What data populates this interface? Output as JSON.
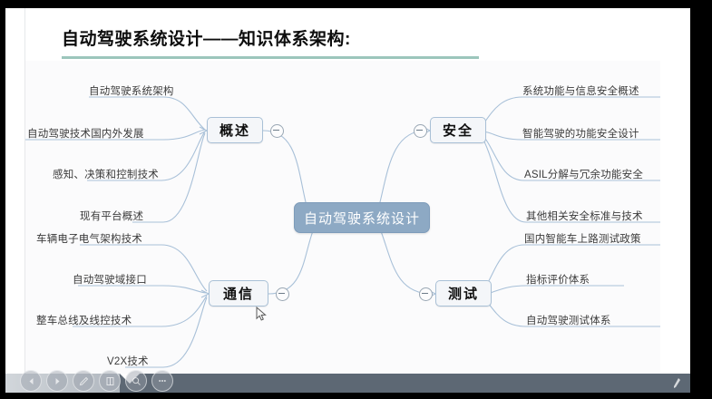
{
  "slide": {
    "title": "自动驾驶系统设计——知识体系架构:",
    "accent_rule_color": "#9cc6bc",
    "background": "#ffffff"
  },
  "mindmap": {
    "center": {
      "label": "自动驾驶系统设计",
      "fill": "#8da9c4",
      "text_color": "#ffffff"
    },
    "branches": [
      {
        "id": "overview",
        "label": "概述",
        "side": "left",
        "toggle": "collapse-minus",
        "leaves": [
          "自动驾驶系统架构",
          "自动驾驶技术国内外发展",
          "感知、决策和控制技术",
          "现有平台概述"
        ]
      },
      {
        "id": "communication",
        "label": "通信",
        "side": "left",
        "toggle": "collapse-minus",
        "leaves": [
          "车辆电子电气架构技术",
          "自动驾驶域接口",
          "整车总线及线控技术",
          "V2X技术"
        ]
      },
      {
        "id": "safety",
        "label": "安全",
        "side": "right",
        "toggle": "collapse-minus",
        "leaves": [
          "系统功能与信息安全概述",
          "智能驾驶的功能安全设计",
          "ASIL分解与冗余功能安全",
          "其他相关安全标准与技术"
        ]
      },
      {
        "id": "testing",
        "label": "测试",
        "side": "right",
        "toggle": "collapse-minus",
        "leaves": [
          "国内智能车上路测试政策",
          "指标评价体系",
          "自动驾驶测试体系"
        ]
      }
    ],
    "node_border_color": "#a9c0d6",
    "connector_color": "#a8c0d8"
  },
  "toolbar": {
    "buttons": [
      {
        "name": "previous-icon",
        "glyph": "◀"
      },
      {
        "name": "play-icon",
        "glyph": "▶"
      },
      {
        "name": "pen-icon",
        "glyph": "✎"
      },
      {
        "name": "slides-icon",
        "glyph": "▤"
      },
      {
        "name": "zoom-icon",
        "glyph": "⌕"
      },
      {
        "name": "more-icon",
        "glyph": "•••"
      }
    ]
  }
}
